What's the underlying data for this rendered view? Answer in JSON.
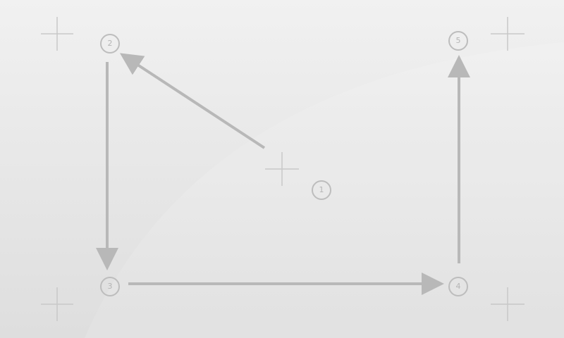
{
  "screen": {
    "title": "",
    "colors": {
      "background_top": "#f1f1f1",
      "background_bottom": "#dedede",
      "sheen": "#ffffff",
      "crosshair": "#c8c8c8",
      "arrow": "#b8b8b8",
      "step_circle": "#bdbdbd"
    }
  },
  "calibration": {
    "targets": [
      {
        "id": "top-left",
        "icon": "crosshair-icon"
      },
      {
        "id": "top-right",
        "icon": "crosshair-icon"
      },
      {
        "id": "center",
        "icon": "crosshair-icon"
      },
      {
        "id": "bottom-left",
        "icon": "crosshair-icon"
      },
      {
        "id": "bottom-right",
        "icon": "crosshair-icon"
      }
    ],
    "steps": [
      {
        "label": "1"
      },
      {
        "label": "2"
      },
      {
        "label": "3"
      },
      {
        "label": "4"
      },
      {
        "label": "5"
      }
    ]
  }
}
